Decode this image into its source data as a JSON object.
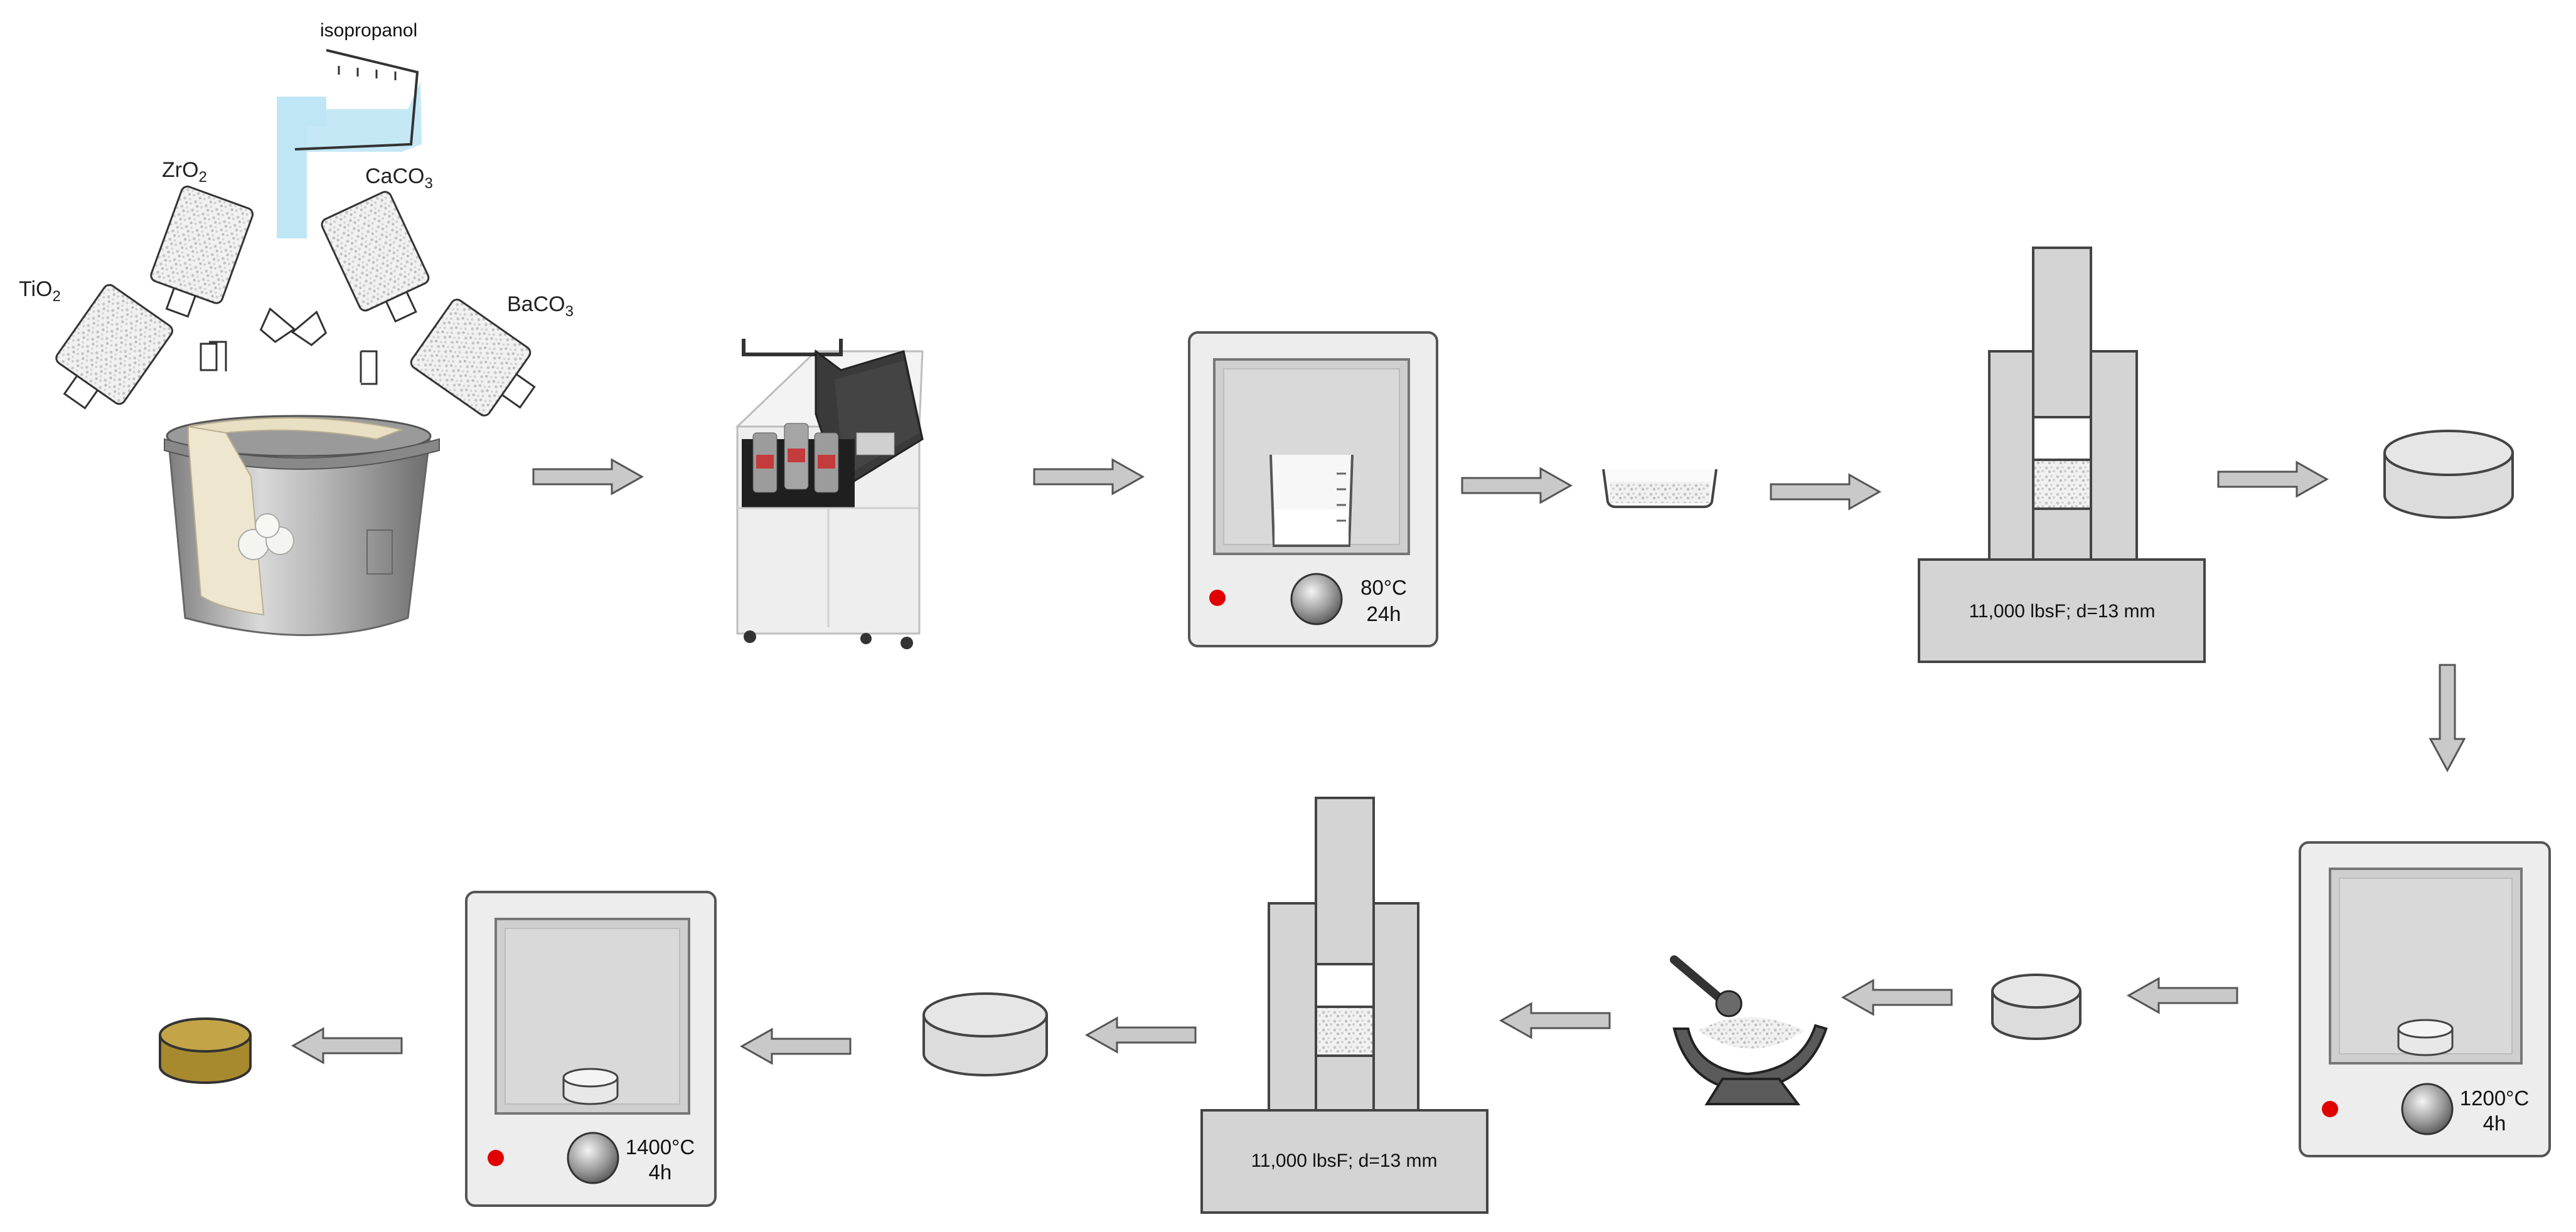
{
  "reagents": {
    "tio2": {
      "base": "TiO",
      "sub": "2"
    },
    "zro2": {
      "base": "ZrO",
      "sub": "2"
    },
    "caco3": {
      "base": "CaCO",
      "sub": "3"
    },
    "baco3": {
      "base": "BaCO",
      "sub": "3"
    },
    "solvent": "isopropanol"
  },
  "steps": {
    "drying": {
      "temp": "80°C",
      "time": "24h"
    },
    "press_1": {
      "label": "11,000 lbsF; d=13 mm"
    },
    "calcination": {
      "temp": "1200°C",
      "time": "4h"
    },
    "press_2": {
      "label": "11,000 lbsF; d=13 mm"
    },
    "sintering": {
      "temp": "1400°C",
      "time": "4h"
    }
  },
  "colors": {
    "arrow_fill": "#c9c9c9",
    "equipment_grey": "#d4d4d4",
    "oven_body": "#ededed",
    "indicator_red": "#e00000",
    "solvent_blue": "#bfe6f5",
    "final_pellet": "#a88a2e"
  },
  "icons": [
    "jar-mill-icon",
    "planetary-ball-mill-icon",
    "oven-icon",
    "dish-icon",
    "press-icon",
    "pellet-icon",
    "mortar-pestle-icon",
    "flow-arrow-icon"
  ]
}
